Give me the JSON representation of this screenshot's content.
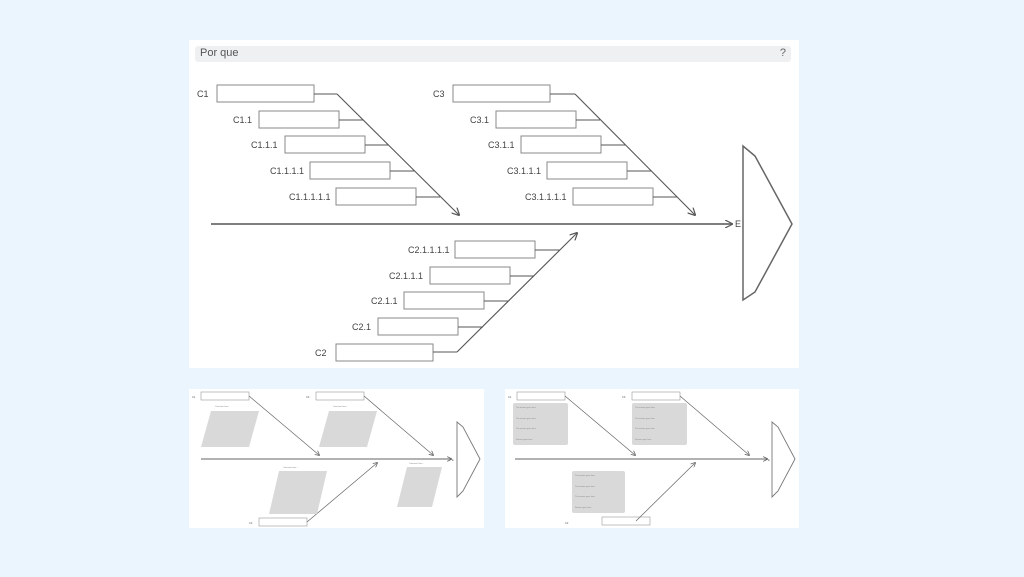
{
  "main": {
    "title": "Por que",
    "help": "?",
    "effect_label": "E",
    "causes": [
      {
        "label": "C1"
      },
      {
        "label": "C1.1"
      },
      {
        "label": "C1.1.1"
      },
      {
        "label": "C1.1.1.1"
      },
      {
        "label": "C1.1.1.1.1"
      },
      {
        "label": "C3"
      },
      {
        "label": "C3.1"
      },
      {
        "label": "C3.1.1"
      },
      {
        "label": "C3.1.1.1"
      },
      {
        "label": "C3.1.1.1.1"
      },
      {
        "label": "C2.1.1.1.1"
      },
      {
        "label": "C2.1.1.1"
      },
      {
        "label": "C2.1.1"
      },
      {
        "label": "C2.1"
      },
      {
        "label": "C2"
      }
    ]
  },
  "thumb1": {
    "labels": [
      "C1",
      "C3",
      "C2",
      "E"
    ],
    "note": "Comment here..."
  },
  "thumb2": {
    "labels": [
      "C1",
      "C3",
      "C2",
      "E"
    ],
    "lines": [
      "The answer goes here",
      "The answer goes here",
      "The answer goes here",
      "Reason goes here"
    ]
  },
  "colors": {
    "page_bg": "#eaf5fd",
    "line": "#555555",
    "box_border": "#8a8a8a",
    "shape_fill": "#d9d9d9"
  }
}
